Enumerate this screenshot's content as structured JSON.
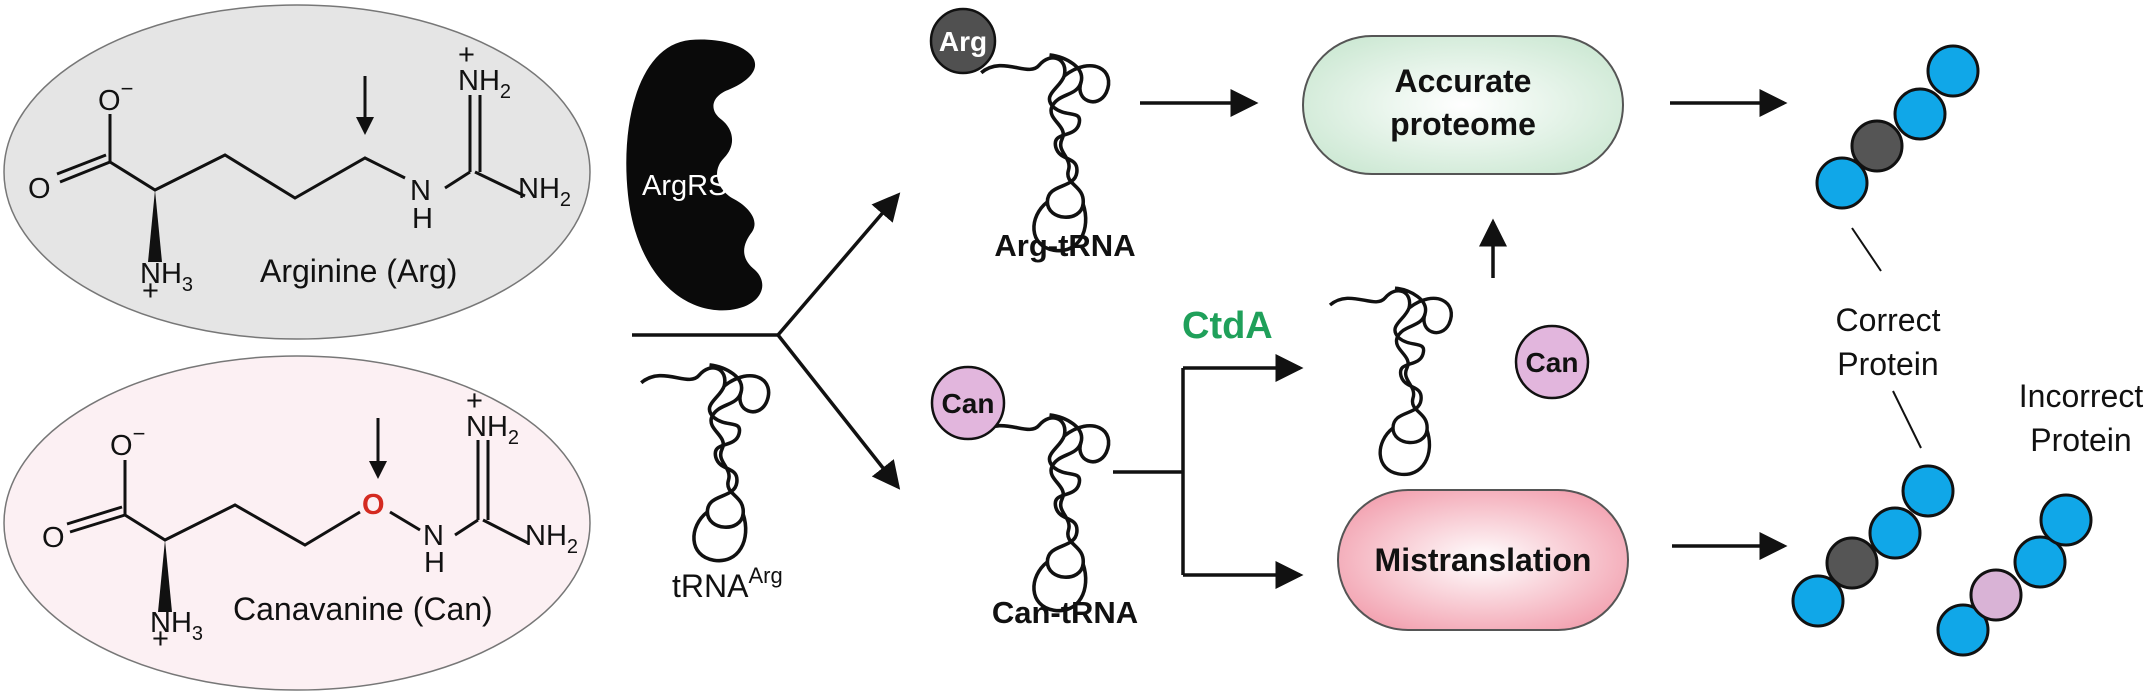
{
  "molecules": {
    "arginine": {
      "name": "Arginine (Arg)",
      "o_minus": "O",
      "minus_sign": "−",
      "o_carbonyl": "O",
      "nh3": "NH",
      "nh3_sub": "3",
      "nh3_plus": "+",
      "nh2_top": "NH",
      "nh2_top_sub": "2",
      "nh2_top_plus": "+",
      "nh2_right": "NH",
      "nh2_right_sub": "2",
      "n_h": "N",
      "h_label": "H",
      "fill": "#e5e5e5"
    },
    "canavanine": {
      "name": "Canavanine (Can)",
      "o_minus": "O",
      "minus_sign": "−",
      "o_carbonyl": "O",
      "nh3": "NH",
      "nh3_sub": "3",
      "nh3_plus": "+",
      "nh2_top": "NH",
      "nh2_top_sub": "2",
      "nh2_top_plus": "+",
      "nh2_right": "NH",
      "nh2_right_sub": "2",
      "n_h": "N",
      "h_label": "H",
      "oxygen": "O",
      "fill": "#fcf0f3"
    }
  },
  "enzyme": {
    "label": "ArgRS"
  },
  "trna": {
    "label": "tRNA",
    "superscript": "Arg"
  },
  "charged": {
    "arg_trna_label": "Arg-tRNA",
    "can_trna_label": "Can-tRNA",
    "arg_ball": "Arg",
    "can_ball": "Can",
    "free_can": "Can"
  },
  "ctda": {
    "label": "CtdA",
    "color": "#1fa05a"
  },
  "outcomes": {
    "accurate_line1": "Accurate",
    "accurate_line2": "proteome",
    "accurate_color": "#d3ecd9",
    "mistranslation": "Mistranslation",
    "mistranslation_color": "#f5a9b5"
  },
  "proteins": {
    "correct_line1": "Correct",
    "correct_line2": "Protein",
    "incorrect_line1": "Incorrect",
    "incorrect_line2": "Protein",
    "bead_blue": "#10a7e8",
    "bead_gray": "#555555",
    "bead_pink": "#d9b3d6"
  },
  "colors": {
    "arg_ball": "#505050",
    "can_ball": "#e2b6dd",
    "arrow_red": "#d42a20"
  }
}
